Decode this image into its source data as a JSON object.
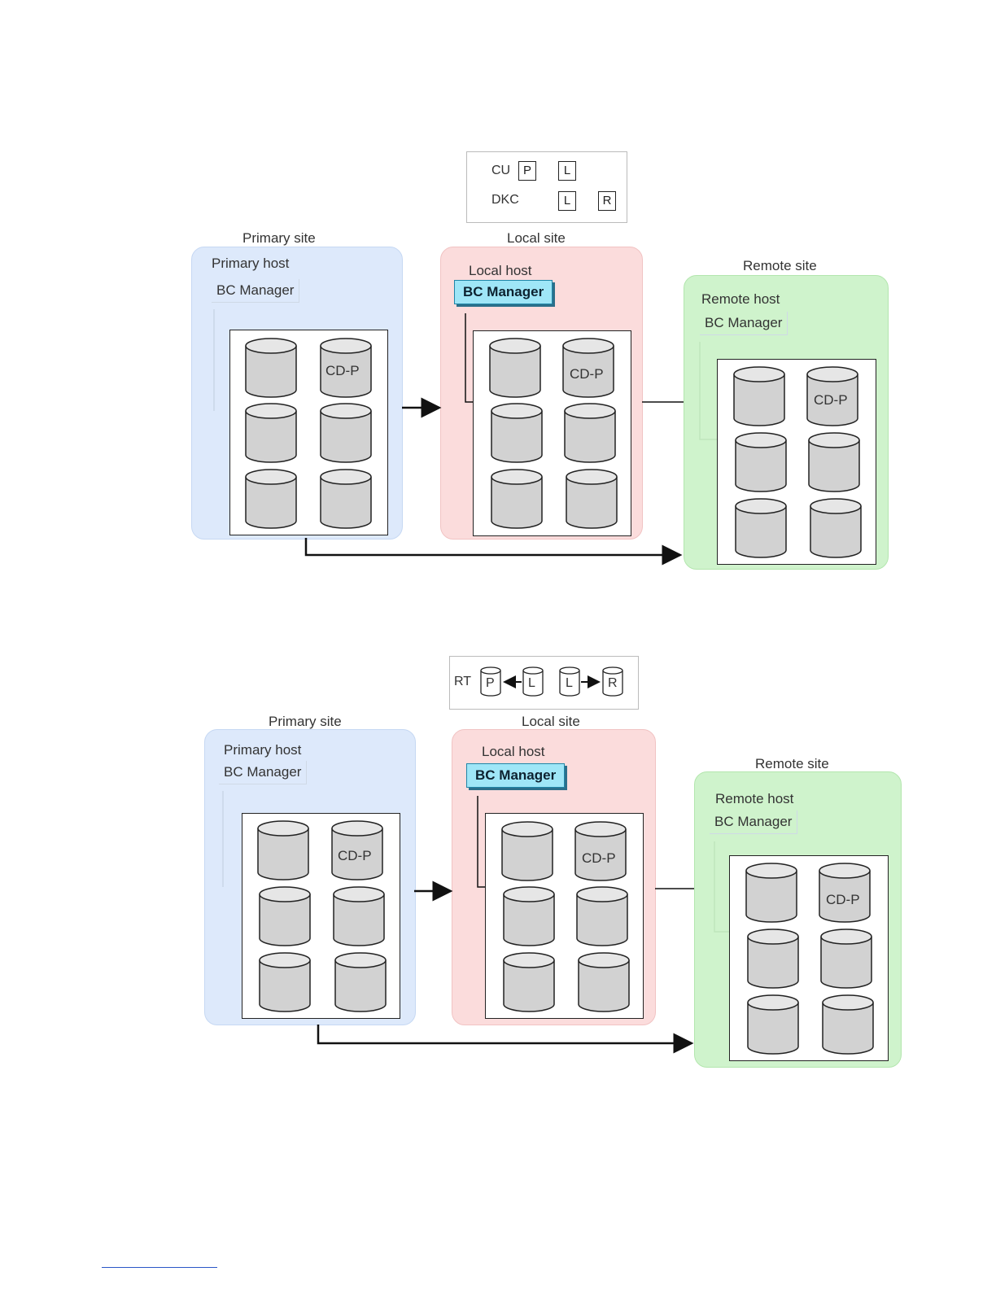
{
  "diagram1": {
    "legend": {
      "rows": [
        {
          "label": "CU",
          "volumes": [
            "P",
            "L"
          ]
        },
        {
          "label": "DKC",
          "volumes": [
            "L",
            "R"
          ]
        }
      ]
    },
    "primary": {
      "site": "Primary site",
      "host": "Primary host",
      "manager": "BC Manager",
      "cd_label": "CD-P"
    },
    "local": {
      "site": "Local site",
      "host": "Local host",
      "manager": "BC Manager",
      "cd_label": "CD-P"
    },
    "remote": {
      "site": "Remote site",
      "host": "Remote host",
      "manager": "BC Manager",
      "cd_label": "CD-P"
    }
  },
  "diagram2": {
    "legend": {
      "label": "RT",
      "volumes": [
        "P",
        "L",
        "L",
        "R"
      ]
    },
    "primary": {
      "site": "Primary site",
      "host": "Primary host",
      "manager": "BC Manager",
      "cd_label": "CD-P"
    },
    "local": {
      "site": "Local site",
      "host": "Local host",
      "manager": "BC Manager",
      "cd_label": "CD-P"
    },
    "remote": {
      "site": "Remote site",
      "host": "Remote host",
      "manager": "BC Manager",
      "cd_label": "CD-P"
    }
  },
  "colors": {
    "primary_panel": "#dde9fb",
    "local_panel": "#fbdcdc",
    "remote_panel": "#cff3cc",
    "highlight_manager": "#9fe6f7",
    "cylinder": "#d2d2d2"
  }
}
